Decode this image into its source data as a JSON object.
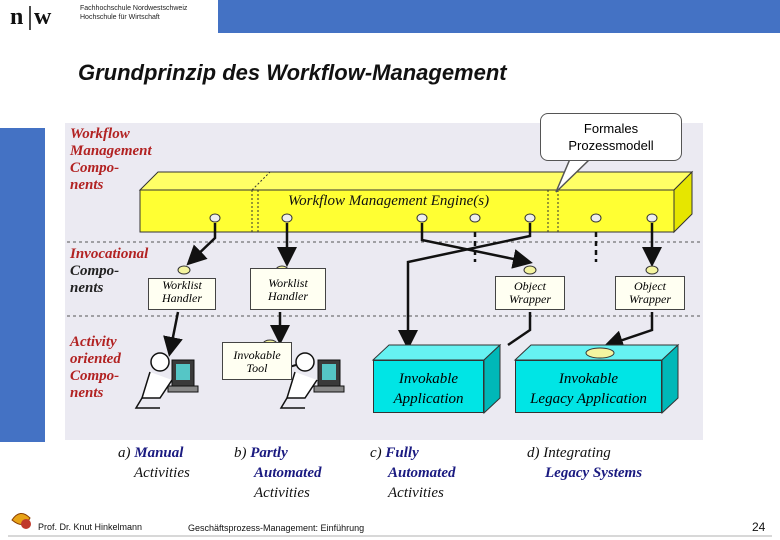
{
  "header": {
    "logo_mark": "n|w",
    "org_line1": "Fachhochschule Nordwestschweiz",
    "org_line2": "Hochschule für Wirtschaft"
  },
  "slide": {
    "title": "Grundprinzip des Workflow-Management"
  },
  "callout": {
    "line1": "Formales",
    "line2": "Prozessmodell"
  },
  "layers": {
    "wmc": [
      "Workflow",
      "Management",
      "Compo-",
      "nents"
    ],
    "invocational": [
      "Invocational",
      "Compo-",
      "nents"
    ],
    "activity": [
      "Activity",
      "oriented",
      "Compo-",
      "nents"
    ]
  },
  "engine": {
    "label": "Workflow Management Engine(s)"
  },
  "handlers": [
    {
      "line1": "Worklist",
      "line2": "Handler"
    },
    {
      "line1": "Worklist",
      "line2": "Handler"
    },
    {
      "line1": "Object",
      "line2": "Wrapper"
    },
    {
      "line1": "Object",
      "line2": "Wrapper"
    }
  ],
  "tool": {
    "line1": "Invokable",
    "line2": "Tool"
  },
  "apps": [
    {
      "line1": "Invokable",
      "line2": "Application"
    },
    {
      "line1": "Invokable",
      "line2": "Legacy Application"
    }
  ],
  "captions": [
    {
      "prefix": "a)",
      "hl": "Manual",
      "rest": [
        "Activities"
      ]
    },
    {
      "prefix": "b)",
      "hl": "Partly",
      "rest": [
        "Automated",
        "Activities"
      ]
    },
    {
      "prefix": "c)",
      "hl": "Fully",
      "rest": [
        "Automated",
        "Activities"
      ]
    },
    {
      "prefix": "d)",
      "hl": "Integrating",
      "rest": [
        "Legacy Systems"
      ]
    }
  ],
  "footer": {
    "author": "Prof. Dr. Knut Hinkelmann",
    "course": "Geschäftsprozess-Management: Einführung",
    "page": "24"
  },
  "colors": {
    "blue_bar": "#4472c4",
    "engine_yellow": "#ffff33",
    "app_cyan": "#00e5e5",
    "label_red": "#b22222"
  }
}
